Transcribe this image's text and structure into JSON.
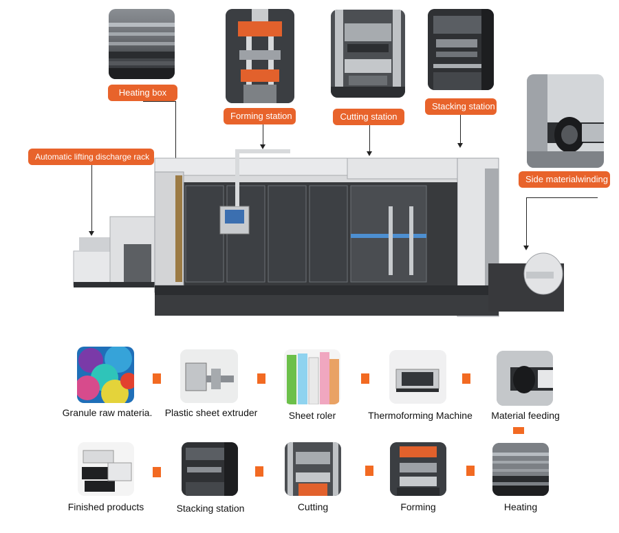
{
  "machine_callouts": {
    "heating_box": "Heating box",
    "forming_station": "Forming station",
    "cutting_station": "Cutting station",
    "stacking_station": "Stacking station",
    "auto_lifting": "Automatic lifting discharge rack",
    "side_winding": "Side materialwinding"
  },
  "process_top": [
    "Granule raw materia.",
    "Plastic sheet extruder",
    "Sheet roler",
    "Thermoforming Machine",
    "Material feeding"
  ],
  "process_bottom": [
    "Finished products",
    "Stacking station",
    "Cutting",
    "Forming",
    "Heating"
  ],
  "colors": {
    "accent": "#e8632b",
    "machine_body": "#d9dadc",
    "machine_dark": "#3a3b3e"
  }
}
